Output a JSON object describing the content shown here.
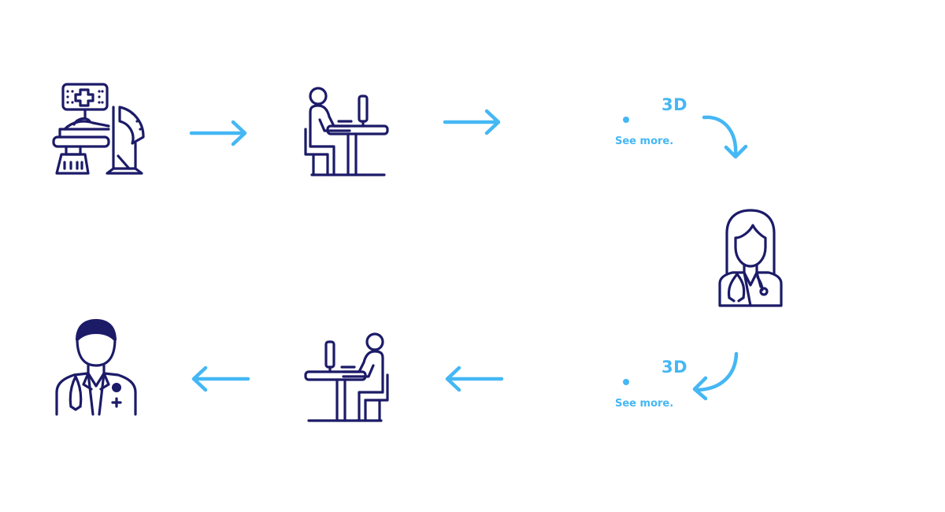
{
  "colors": {
    "icon": "#1c1b68",
    "accent": "#45b7f4",
    "background": "#ffffff"
  },
  "steps": [
    {
      "id": "scan",
      "icon": "mri-scanner-icon"
    },
    {
      "id": "technician-top",
      "icon": "person-at-computer-icon"
    },
    {
      "id": "model-top",
      "label": "3D",
      "link": "See more."
    },
    {
      "id": "radiologist",
      "icon": "female-doctor-icon"
    },
    {
      "id": "model-bottom",
      "label": "3D",
      "link": "See more."
    },
    {
      "id": "technician-bottom",
      "icon": "person-at-computer-icon"
    },
    {
      "id": "surgeon",
      "icon": "male-doctor-icon"
    }
  ],
  "arrows": [
    "right-arrow",
    "right-arrow",
    "curved-down-arrow",
    "curved-down-left-arrow",
    "left-arrow",
    "left-arrow"
  ]
}
